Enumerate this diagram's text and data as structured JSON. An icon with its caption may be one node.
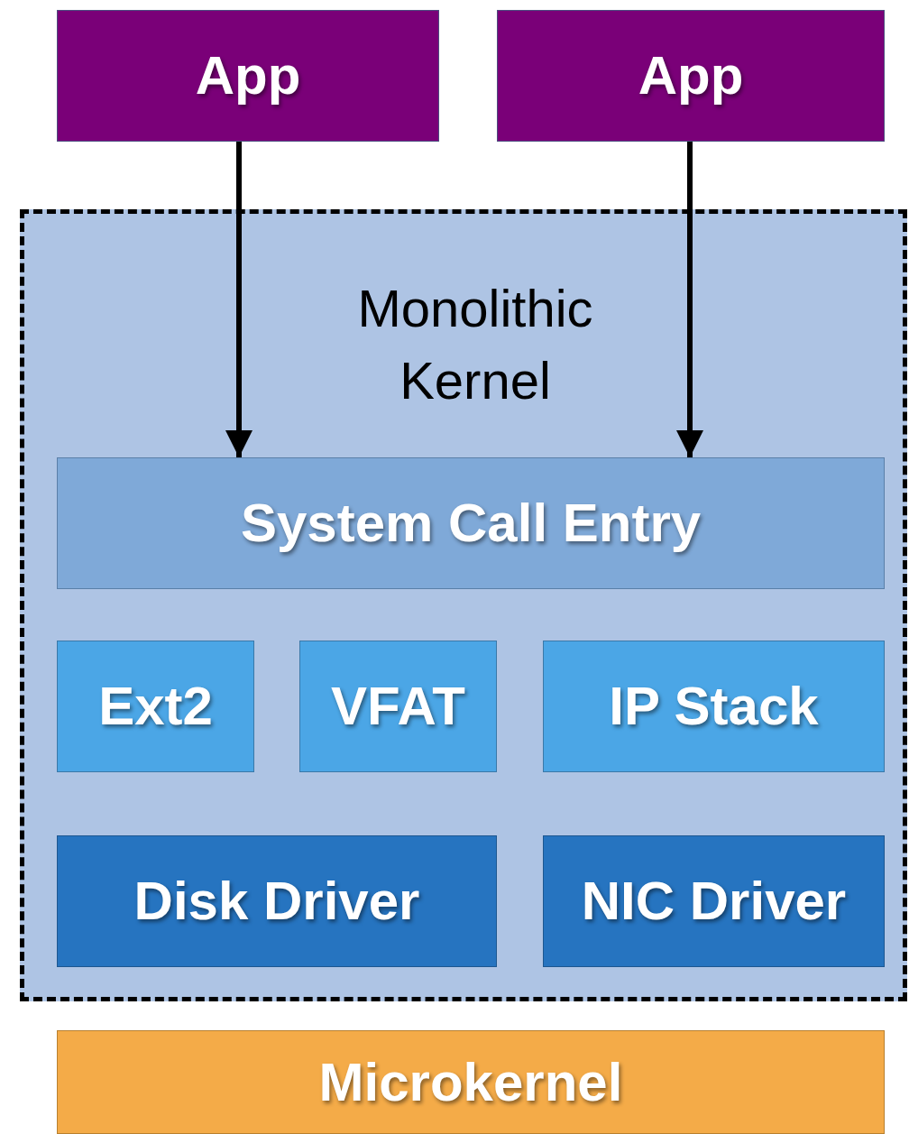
{
  "diagram": {
    "nodes": [
      {
        "text": [
          "App"
        ]
      },
      {
        "text": [
          "App"
        ]
      },
      {
        "text": [
          "Monolithic Kernel"
        ]
      },
      {
        "text": [
          "System Call Entry"
        ],
        "in": 2
      },
      {
        "text": [
          "Ext2"
        ],
        "in": 2
      },
      {
        "text": [
          "VFAT"
        ],
        "in": 2
      },
      {
        "text": [
          "IP Stack"
        ],
        "in": 2
      },
      {
        "text": [
          "Disk Driver"
        ],
        "in": 2
      },
      {
        "text": [
          "NIC Driver"
        ],
        "in": 2
      },
      {
        "text": [
          "Microkernel"
        ]
      }
    ],
    "edges": [
      {
        "from": 0,
        "to": 3,
        "arrow": "to"
      },
      {
        "from": 1,
        "to": 3,
        "arrow": "to"
      }
    ]
  }
}
